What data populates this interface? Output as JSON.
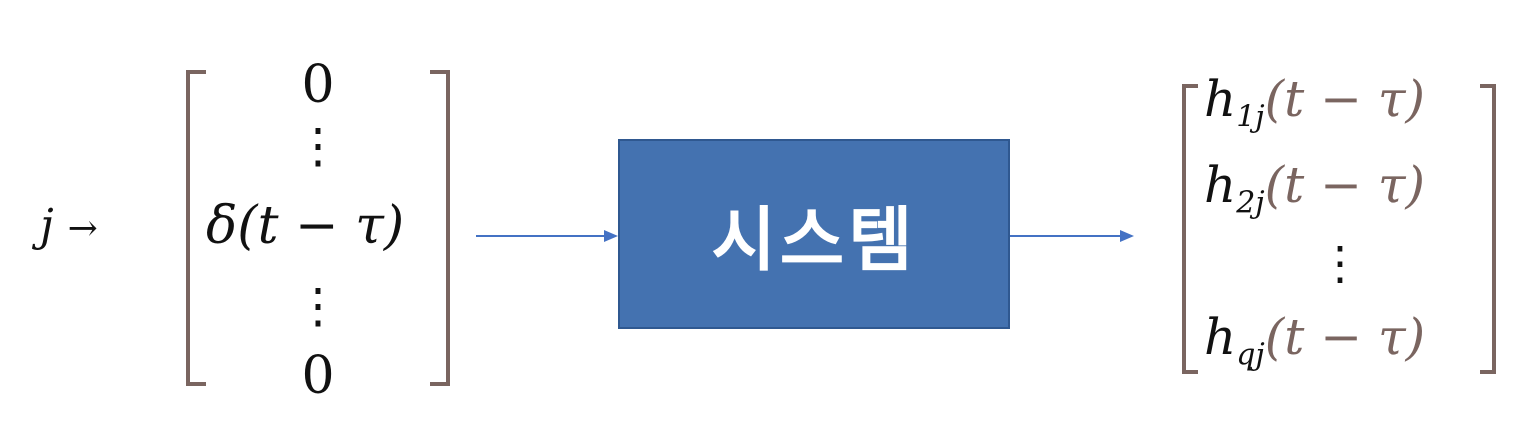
{
  "input_index": {
    "var": "j",
    "arrow": "→"
  },
  "input_vector": {
    "top": "0",
    "dots_top": "⋮",
    "impulse": "δ(t − τ)",
    "dots_bottom": "⋮",
    "bottom": "0"
  },
  "system": {
    "label": "시스템",
    "fill": "#4472b0"
  },
  "output_vector": {
    "rows": [
      {
        "h": "h",
        "sub": "1j",
        "arg": "(t − τ)"
      },
      {
        "h": "h",
        "sub": "2j",
        "arg": "(t − τ)"
      },
      {
        "h": "h",
        "sub": "qj",
        "arg": "(t − τ)"
      }
    ],
    "dots": "⋮"
  },
  "colors": {
    "bracket": "#7a6560",
    "arrow": "#4472c4"
  }
}
